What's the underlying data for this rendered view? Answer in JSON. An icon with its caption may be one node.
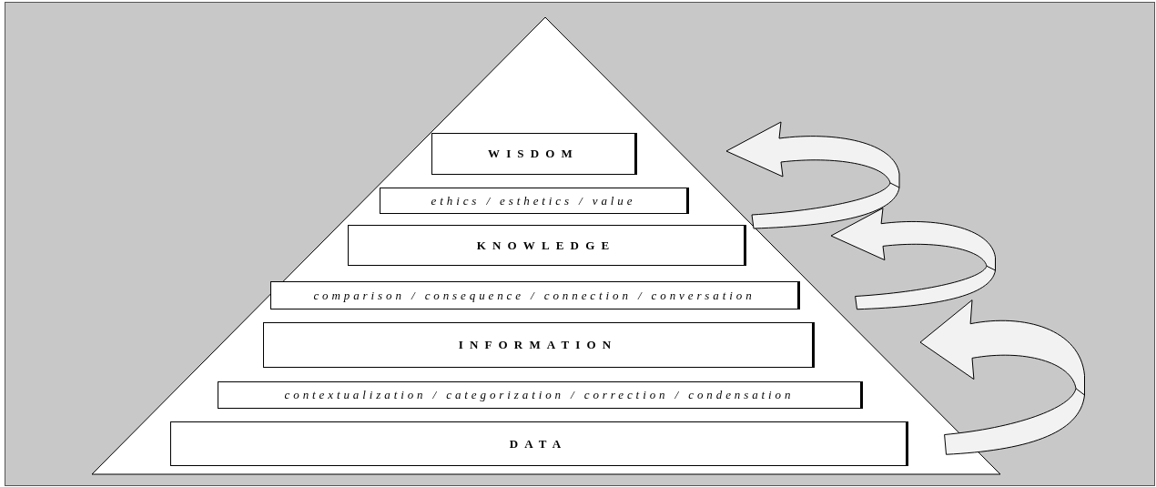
{
  "diagram": {
    "nodes": [
      {
        "text": [],
        "shape": "triangle"
      },
      {
        "text": [
          "WISDOM"
        ],
        "in": 0
      },
      {
        "text": [
          "ethics / esthetics / value"
        ],
        "in": 0
      },
      {
        "text": [
          "KNOWLEDGE"
        ],
        "in": 0
      },
      {
        "text": [
          "comparison / consequence / connection / conversation"
        ],
        "in": 0
      },
      {
        "text": [
          "INFORMATION"
        ],
        "in": 0
      },
      {
        "text": [
          "contextualization / categorization / correction / condensation"
        ],
        "in": 0
      },
      {
        "text": [
          "DATA"
        ],
        "in": 0
      }
    ]
  }
}
